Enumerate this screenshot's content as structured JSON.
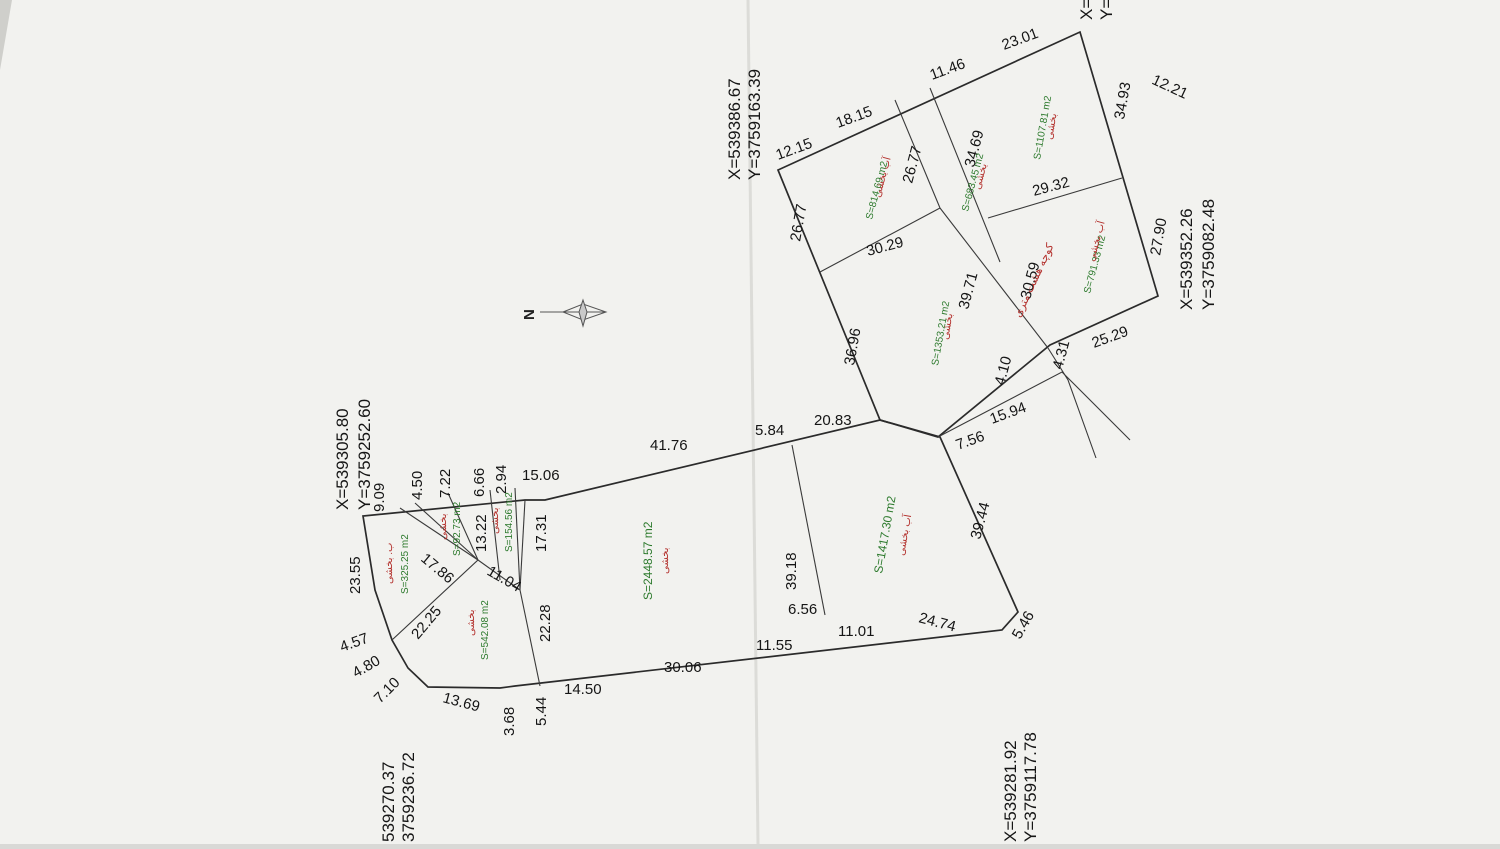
{
  "page": {
    "paper_color": "#f2f2ef",
    "area_color": "#2d7a2d",
    "usage_color": "#b3302c"
  },
  "coordinates": [
    {
      "x": "X=539305.80",
      "y": "Y=3759252.60"
    },
    {
      "x": "X=539386.67",
      "y": "Y=3759163.39"
    },
    {
      "x": "X=539352.26",
      "y": "Y=3759082.48"
    },
    {
      "x": "X=539281.92",
      "y": "Y=3759117.78"
    },
    {
      "x": "539270.37",
      "y": "3759236.72"
    },
    {
      "x": "X=",
      "y": "Y="
    }
  ],
  "north_arrow": {
    "label": "N"
  },
  "dimensions": {
    "d_9_09": "9.09",
    "d_4_50": "4.50",
    "d_7_22": "7.22",
    "d_6_66": "6.66",
    "d_2_94": "2.94",
    "d_15_06": "15.06",
    "d_41_76": "41.76",
    "d_5_84": "5.84",
    "d_20_83": "20.83",
    "d_12_21": "12.21",
    "d_36_96": "36.96",
    "d_26_77a": "26.77",
    "d_12_15": "12.15",
    "d_18_15": "18.15",
    "d_11_46": "11.46",
    "d_23_01": "23.01",
    "d_34_93": "34.93",
    "d_29_32": "29.32",
    "d_27_90": "27.90",
    "d_34_69": "34.69",
    "d_26_77b": "26.77",
    "d_30_29": "30.29",
    "d_39_71": "39.71",
    "d_30_59": "30.59",
    "d_4_10": "4.10",
    "d_4_31": "4.31",
    "d_25_29": "25.29",
    "d_15_94": "15.94",
    "d_7_56": "7.56",
    "d_39_44": "39.44",
    "d_5_46": "5.46",
    "d_24_74": "24.74",
    "d_11_01": "11.01",
    "d_6_56": "6.56",
    "d_11_55": "11.55",
    "d_39_18": "39.18",
    "d_30_06": "30.06",
    "d_14_50": "14.50",
    "d_5_44": "5.44",
    "d_3_68": "3.68",
    "d_13_69": "13.69",
    "d_7_10": "7.10",
    "d_4_80": "4.80",
    "d_4_57": "4.57",
    "d_23_55": "23.55",
    "d_17_86": "17.86",
    "d_22_25": "22.25",
    "d_11_04": "11.04",
    "d_13_22": "13.22",
    "d_17_31": "17.31",
    "d_22_28": "22.28"
  },
  "parcels": [
    {
      "area": "S=325.25 m2",
      "usage": "ب. بخشی"
    },
    {
      "area": "S=92.73 m2",
      "usage": "بخشی"
    },
    {
      "area": "S=154.56 m2",
      "usage": "بخشی"
    },
    {
      "area": "S=542.08 m2",
      "usage": "بخشی"
    },
    {
      "area": "S=2448.57 m2",
      "usage": "بخشی"
    },
    {
      "area": "S=1417.30 m2",
      "usage": "آب بخشی"
    },
    {
      "area": "S=1353.21 m2",
      "usage": "بخشی"
    },
    {
      "area": "S=814.69 m2",
      "usage": "آب بخشی"
    },
    {
      "area": "S=683.45 m2",
      "usage": "بخشی"
    },
    {
      "area": "S=1107.81 m2",
      "usage": "بخشی"
    },
    {
      "area": "S=791.33 m2",
      "usage": "آب بخشی"
    }
  ],
  "road_label": "کوچه هشت متری"
}
